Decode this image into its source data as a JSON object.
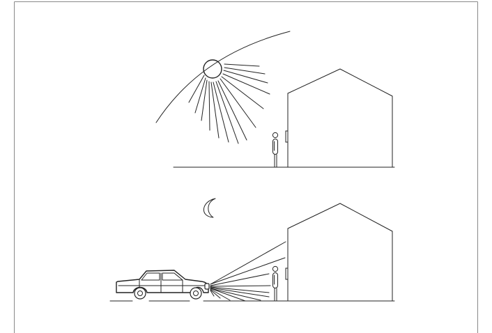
{
  "figure": {
    "type": "line-illustration",
    "scenes": [
      {
        "id": "day",
        "elements": [
          "sun-path-arc",
          "sun-icon",
          "sun-rays",
          "house",
          "person",
          "ground-line"
        ]
      },
      {
        "id": "night",
        "elements": [
          "moon-icon",
          "car",
          "headlight-beams",
          "house",
          "person",
          "ground-line"
        ]
      }
    ],
    "colors": {
      "line": "#222222",
      "background": "#ffffff",
      "frame": "#888888"
    }
  }
}
